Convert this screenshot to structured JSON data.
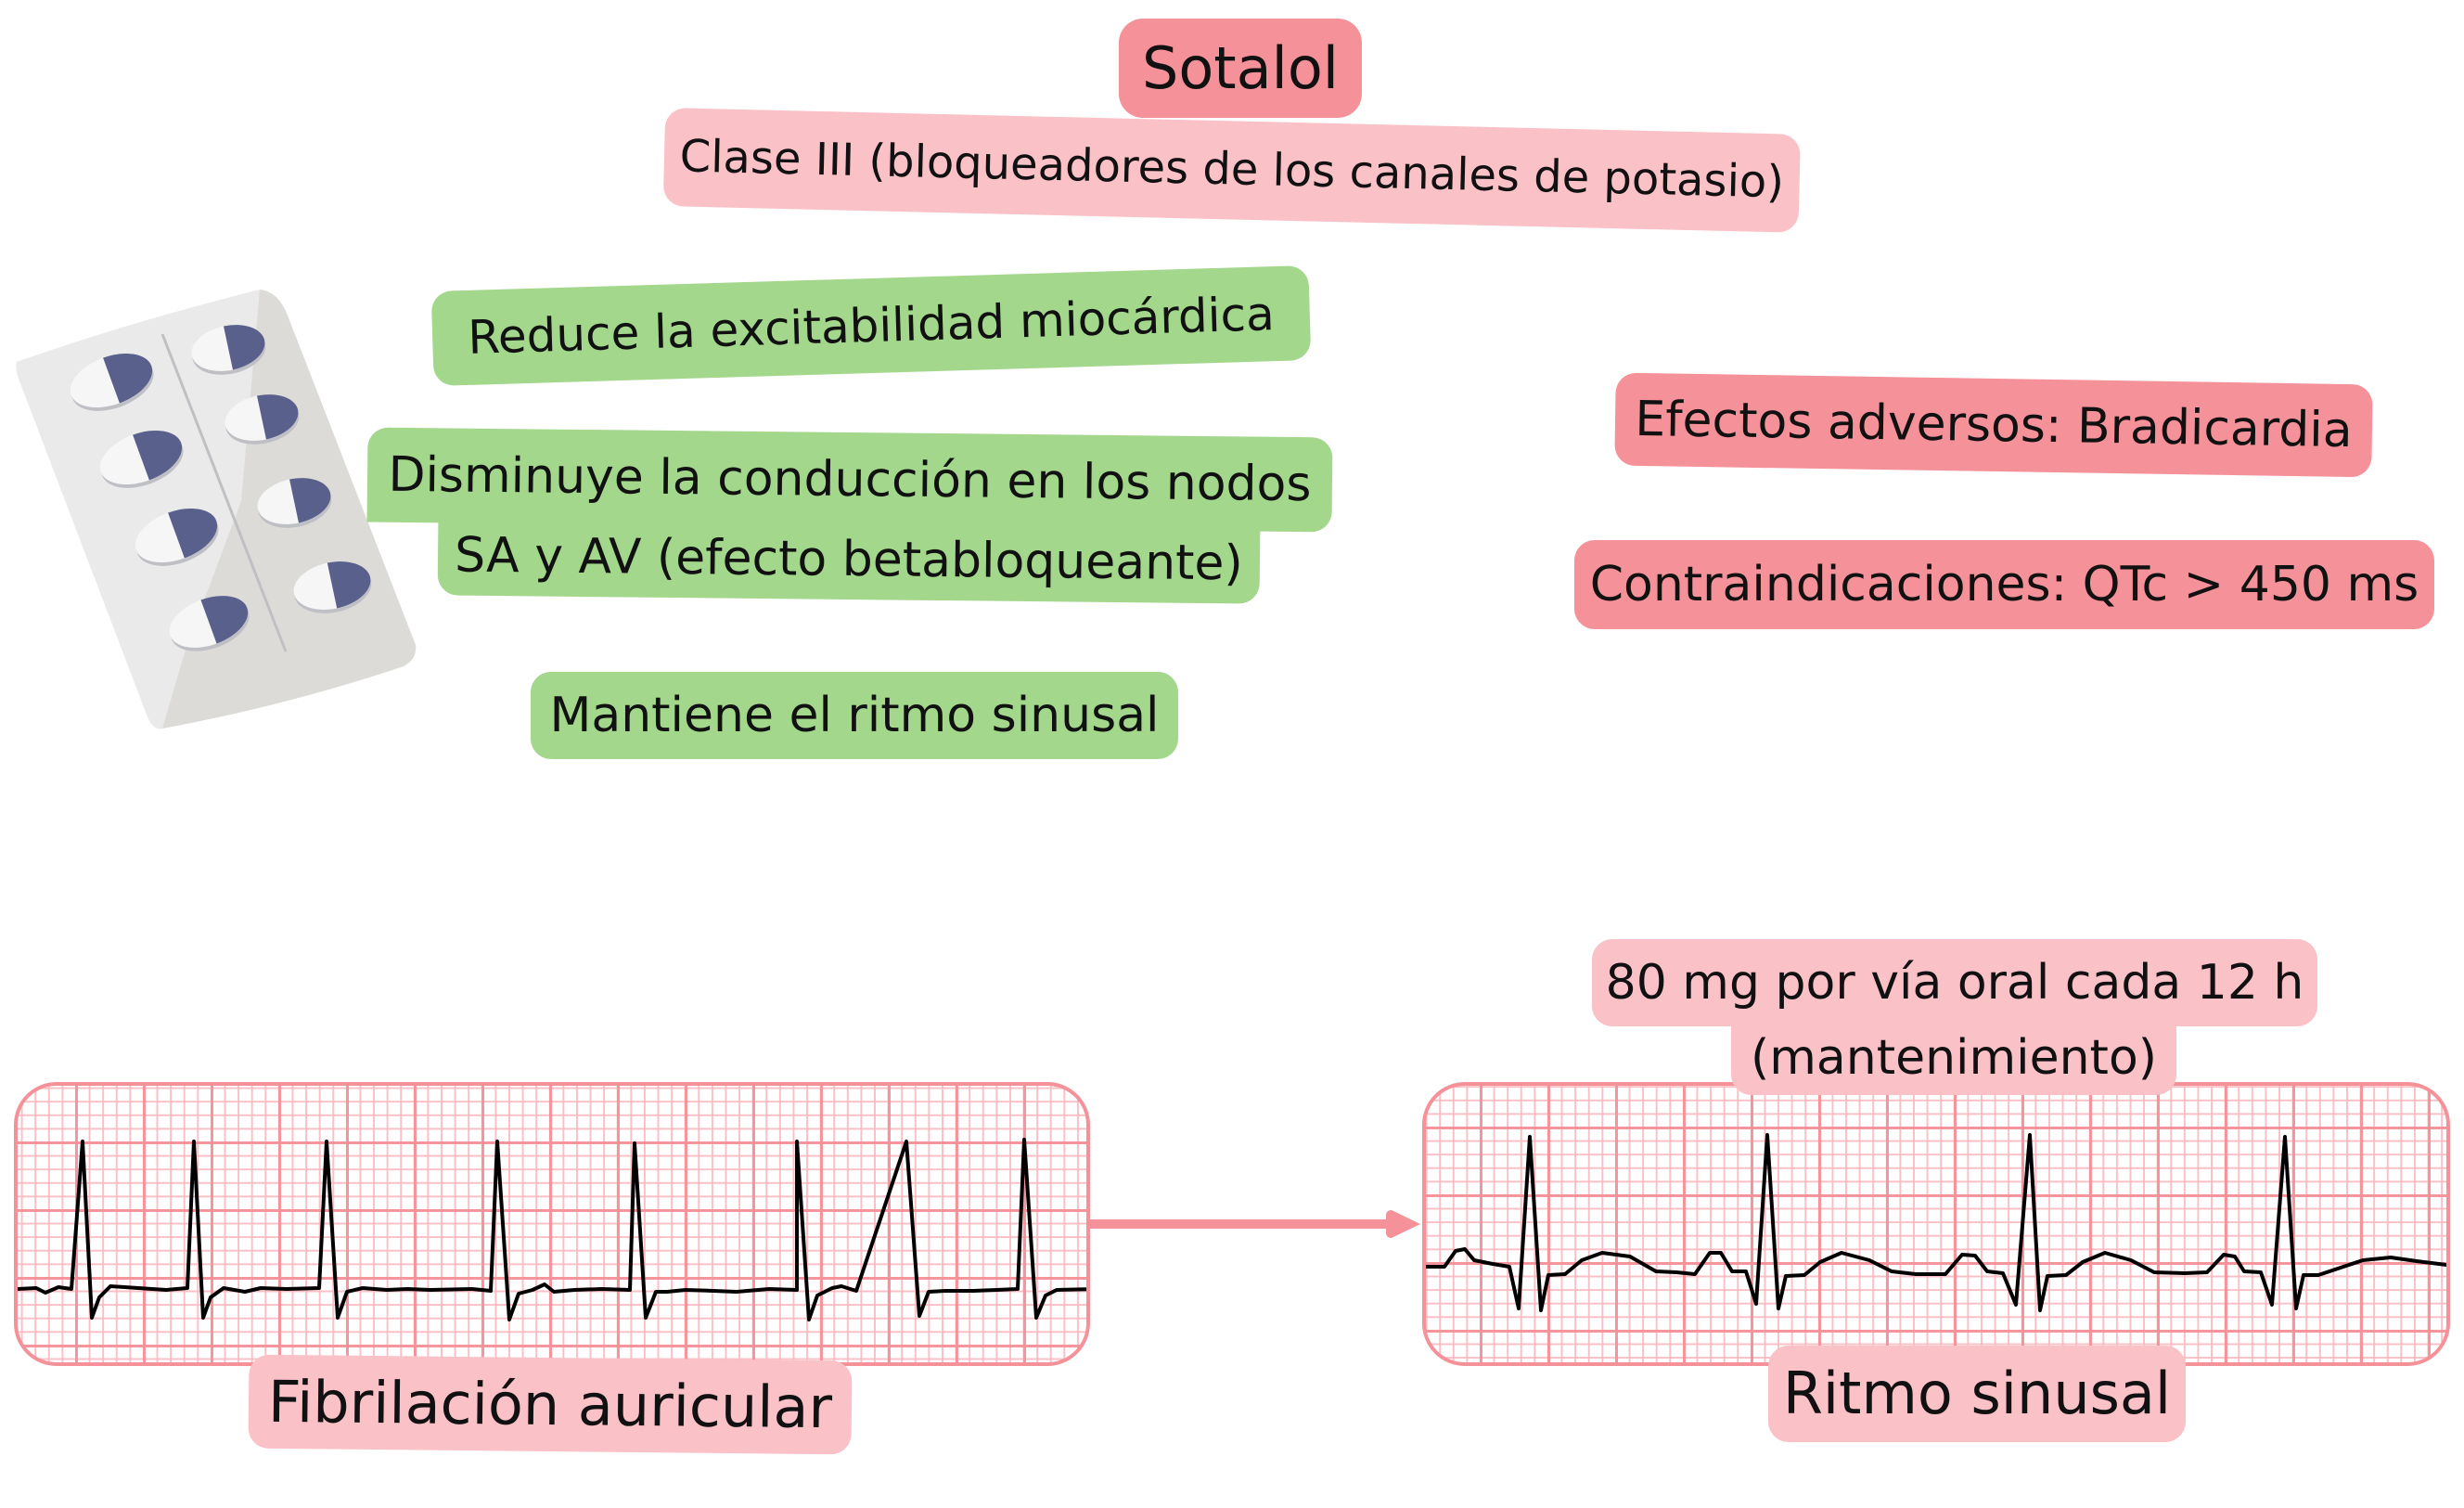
{
  "title": "Sotalol",
  "drug_class": "Clase III (bloqueadores de los canales de potasio)",
  "effects": [
    "Reduce la excitabilidad miocárdica",
    "Disminuye la conducción en los nodos",
    "SA y AV (efecto betabloqueante)",
    "Mantiene el ritmo sinusal"
  ],
  "adverse_effects": "Efectos adversos: Bradicardia",
  "contraindications": "Contraindicaciones: QTc > 450 ms",
  "dose": {
    "line1": "80 mg por vía oral cada 12 h",
    "line2": "(mantenimiento)"
  },
  "ecg": {
    "before_label": "Fibrilación auricular",
    "after_label": "Ritmo sinusal"
  },
  "icons": {
    "pill_blister": "pill-blister-icon",
    "arrow": "arrow-right-icon"
  },
  "colors": {
    "red_tag": "#F59199",
    "pink_tag": "#FAC1C7",
    "green_tag": "#A3D78C",
    "ecg_grid": "#F59199",
    "pill_blue": "#5A608C",
    "blister_gray": "#DCDBD8"
  }
}
